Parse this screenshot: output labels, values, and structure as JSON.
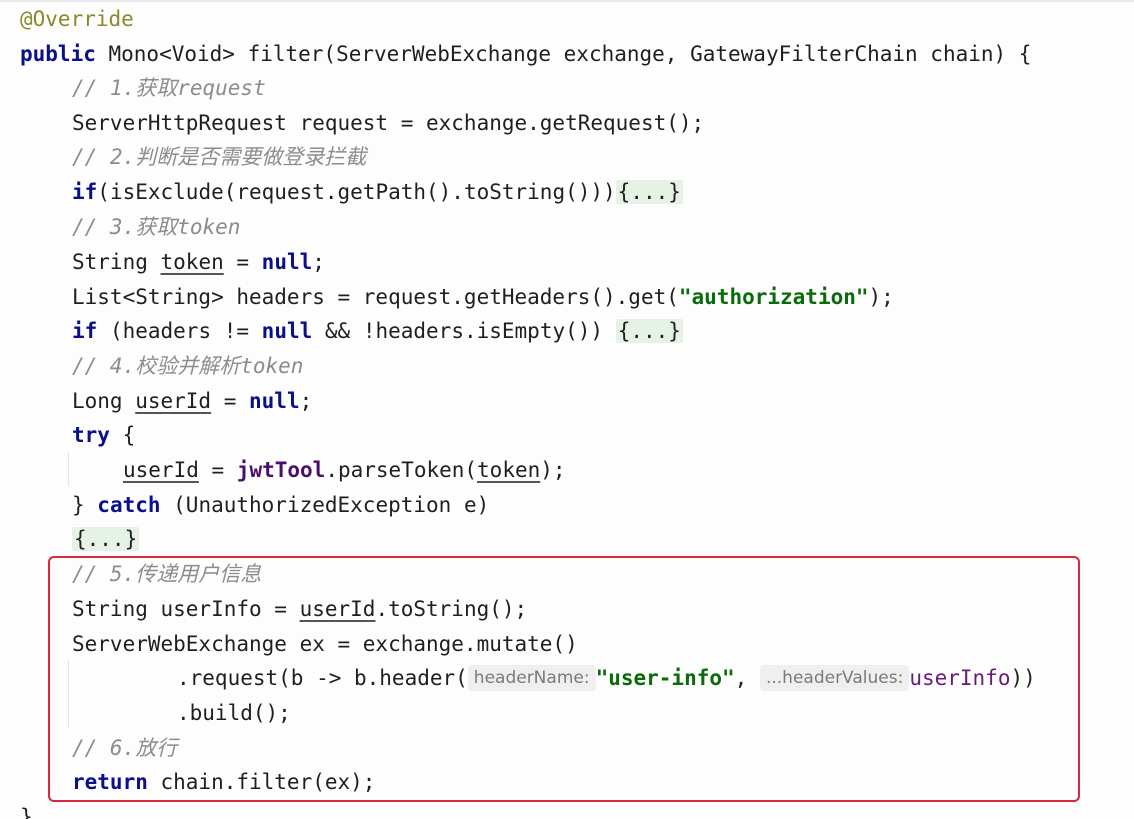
{
  "code": {
    "l1": "@Override",
    "l2_kw": "public",
    "l2_rest": " Mono<Void> filter(ServerWebExchange exchange, GatewayFilterChain chain) {",
    "l3": "// 1.获取request",
    "l4": "ServerHttpRequest request = exchange.getRequest();",
    "l5": "// 2.判断是否需要做登录拦截",
    "l6_kw": "if",
    "l6_rest": "(isExclude(request.getPath().toString()))",
    "fold": "{...}",
    "l7": "// 3.获取token",
    "l8_type": "String ",
    "l8_var": "token",
    "l8_mid": " = ",
    "null_kw": "null",
    "semi": ";",
    "l9_a": "List<String> headers = request.getHeaders().get(",
    "l9_str": "\"authorization\"",
    "l9_b": ");",
    "l10_kw": "if",
    "l10_a": " (headers != ",
    "l10_b": " && !headers.isEmpty()) ",
    "l11": "// 4.校验并解析token",
    "l12_type": "Long ",
    "l12_var": "userId",
    "l13_kw": "try",
    "l13_rest": " {",
    "l14_var": "userId",
    "l14_field": "jwtTool",
    "l14_rest": ".parseToken(",
    "l14_arg": "token",
    "l14_end": ");",
    "l15_a": "} ",
    "l15_kw": "catch",
    "l15_rest": " (UnauthorizedException e)",
    "l17": "// 5.传递用户信息",
    "l18_a": "String userInfo = ",
    "l18_var": "userId",
    "l18_b": ".toString();",
    "l19": "ServerWebExchange ex = exchange.mutate()",
    "l20_a": ".request(b -> b.header(",
    "hint_name": "headerName:",
    "l20_str": "\"user-info\"",
    "l20_comma": ", ",
    "hint_values": "...headerValues:",
    "l20_param": "userInfo",
    "l20_end": "))",
    "l21": ".build();",
    "l22": "// 6.放行",
    "l23_kw": "return",
    "l23_rest": " chain.filter(ex);",
    "l24": "}"
  },
  "colors": {
    "keyword": "#0a0f8a",
    "comment": "#8c8c8c",
    "string": "#0b6b0b",
    "highlight_border": "#d8283a"
  }
}
